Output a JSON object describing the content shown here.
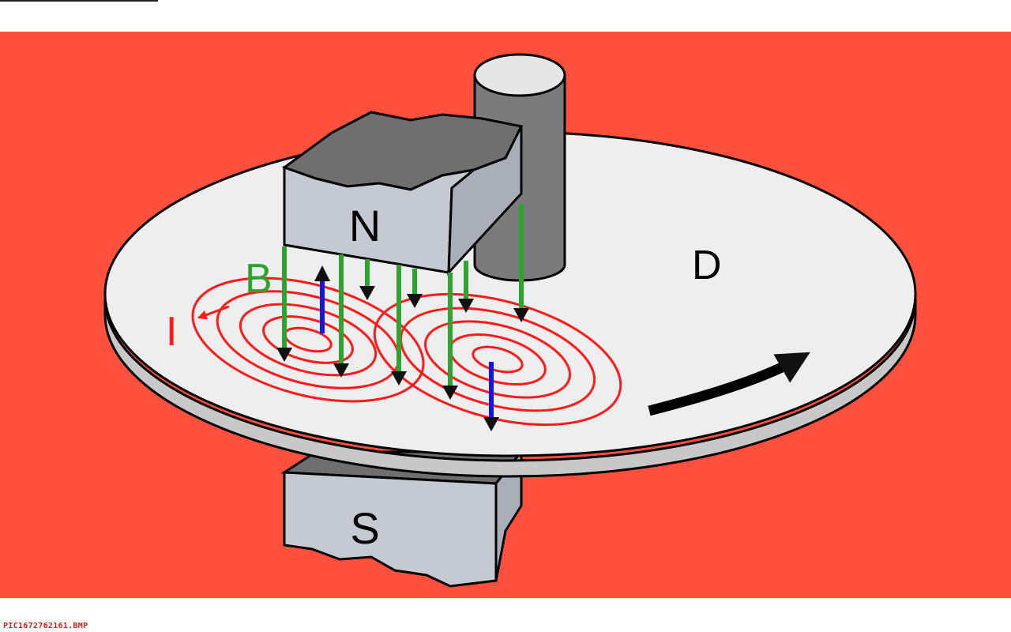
{
  "diagram": {
    "labels": {
      "north_pole": "N",
      "south_pole": "S",
      "disc": "D",
      "field": "B",
      "current": "I"
    },
    "colors": {
      "background": "#ff4f3d",
      "disc": "#eeeeee",
      "magnet": "#c4c9d2",
      "magnet_top": "#6f6f6f",
      "field_lines": "#2fa32f",
      "eddy_currents": "#ff1a1a",
      "force": "#1515e0",
      "shaft": "#7b7b7b"
    }
  },
  "footer": {
    "filename": "PIC1672762161.BMP"
  }
}
